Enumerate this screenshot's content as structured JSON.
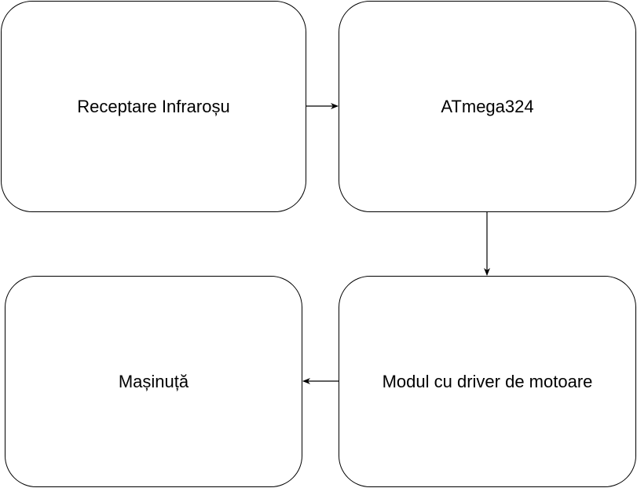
{
  "nodes": {
    "receptare": {
      "label": "Receptare Infraroșu"
    },
    "atmega": {
      "label": "ATmega324"
    },
    "modul": {
      "label": "Modul cu driver de motoare"
    },
    "masinuta": {
      "label": "Mașinuță"
    }
  },
  "edges": [
    {
      "from": "receptare",
      "to": "atmega"
    },
    {
      "from": "atmega",
      "to": "modul"
    },
    {
      "from": "modul",
      "to": "masinuta"
    }
  ],
  "colors": {
    "stroke": "#000000",
    "fill": "#ffffff"
  }
}
